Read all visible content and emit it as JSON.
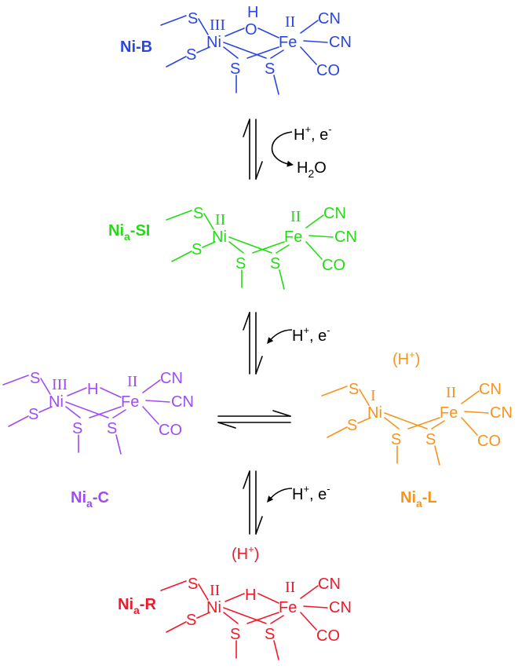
{
  "states": [
    {
      "id": "nib",
      "label": {
        "main": "Ni-B",
        "sub": "",
        "rest": ""
      },
      "color": "#2b46e0",
      "ni_ox": "III",
      "fe_ox": "II",
      "bridge": "O",
      "bridge_h": "H",
      "proton_note": "",
      "metal_ni": "Ni",
      "metal_fe": "Fe",
      "sulfur": "S",
      "ligand_cn": "CN",
      "ligand_co": "CO"
    },
    {
      "id": "nisi",
      "label": {
        "main": "Ni",
        "sub": "a",
        "rest": "-SI"
      },
      "color": "#22dd11",
      "ni_ox": "II",
      "fe_ox": "II",
      "bridge": "",
      "bridge_h": "",
      "proton_note": "",
      "metal_ni": "Ni",
      "metal_fe": "Fe",
      "sulfur": "S",
      "ligand_cn": "CN",
      "ligand_co": "CO"
    },
    {
      "id": "nic",
      "label": {
        "main": "Ni",
        "sub": "a",
        "rest": "-C"
      },
      "color": "#a04cf0",
      "ni_ox": "III",
      "fe_ox": "II",
      "bridge": "H",
      "bridge_h": "",
      "proton_note": "",
      "metal_ni": "Ni",
      "metal_fe": "Fe",
      "sulfur": "S",
      "ligand_cn": "CN",
      "ligand_co": "CO"
    },
    {
      "id": "nil",
      "label": {
        "main": "Ni",
        "sub": "a",
        "rest": "-L"
      },
      "color": "#f5941e",
      "ni_ox": "I",
      "fe_ox": "II",
      "bridge": "",
      "bridge_h": "",
      "proton_note": "(H+)",
      "metal_ni": "Ni",
      "metal_fe": "Fe",
      "sulfur": "S",
      "ligand_cn": "CN",
      "ligand_co": "CO"
    },
    {
      "id": "nir",
      "label": {
        "main": "Ni",
        "sub": "a",
        "rest": "-R"
      },
      "color": "#ee1a2a",
      "ni_ox": "II",
      "fe_ox": "II",
      "bridge": "H",
      "bridge_h": "",
      "proton_note": "(H+)",
      "metal_ni": "Ni",
      "metal_fe": "Fe",
      "sulfur": "S",
      "ligand_cn": "CN",
      "ligand_co": "CO"
    }
  ],
  "steps": [
    {
      "id": "step-1",
      "reagent_h": "H",
      "plus": "+",
      "reagent_e": ", e",
      "minus": "-",
      "product": "H",
      "product_sub": "2",
      "product_rest": "O"
    },
    {
      "id": "step-2",
      "reagent_h": "H",
      "plus": "+",
      "reagent_e": ", e",
      "minus": "-",
      "product": "",
      "product_sub": "",
      "product_rest": ""
    },
    {
      "id": "step-3",
      "reagent_h": "H",
      "plus": "+",
      "reagent_e": ", e",
      "minus": "-",
      "product": "",
      "product_sub": "",
      "product_rest": ""
    }
  ],
  "colors": {
    "arrow": "#000000",
    "text": "#000000"
  }
}
